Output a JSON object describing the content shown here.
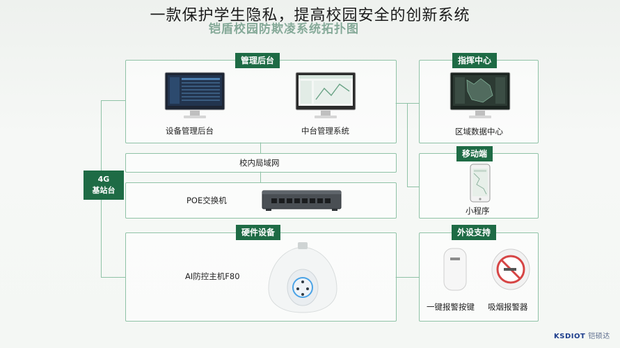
{
  "caption": "一款保护学生隐私，提高校园安全的创新系统",
  "diagram_title": "铠盾校园防欺凌系统拓扑图",
  "base_station": "4G\n基站台",
  "management": {
    "tag": "管理后台",
    "left_label": "设备管理后台",
    "right_label": "中台管理系统"
  },
  "command": {
    "tag": "指挥中心",
    "label": "区域数据中心"
  },
  "lan": {
    "label": "校内局域网"
  },
  "poe": {
    "label": "POE交换机"
  },
  "mobile": {
    "tag": "移动端",
    "label": "小程序"
  },
  "hardware": {
    "tag": "硬件设备",
    "label": "AI防控主机F80"
  },
  "peripheral": {
    "tag": "外设支持",
    "left_label": "一键报警按键",
    "right_label": "吸烟报警器"
  },
  "logo": {
    "brand": "KSDIOT",
    "cn": "铠硕达"
  }
}
